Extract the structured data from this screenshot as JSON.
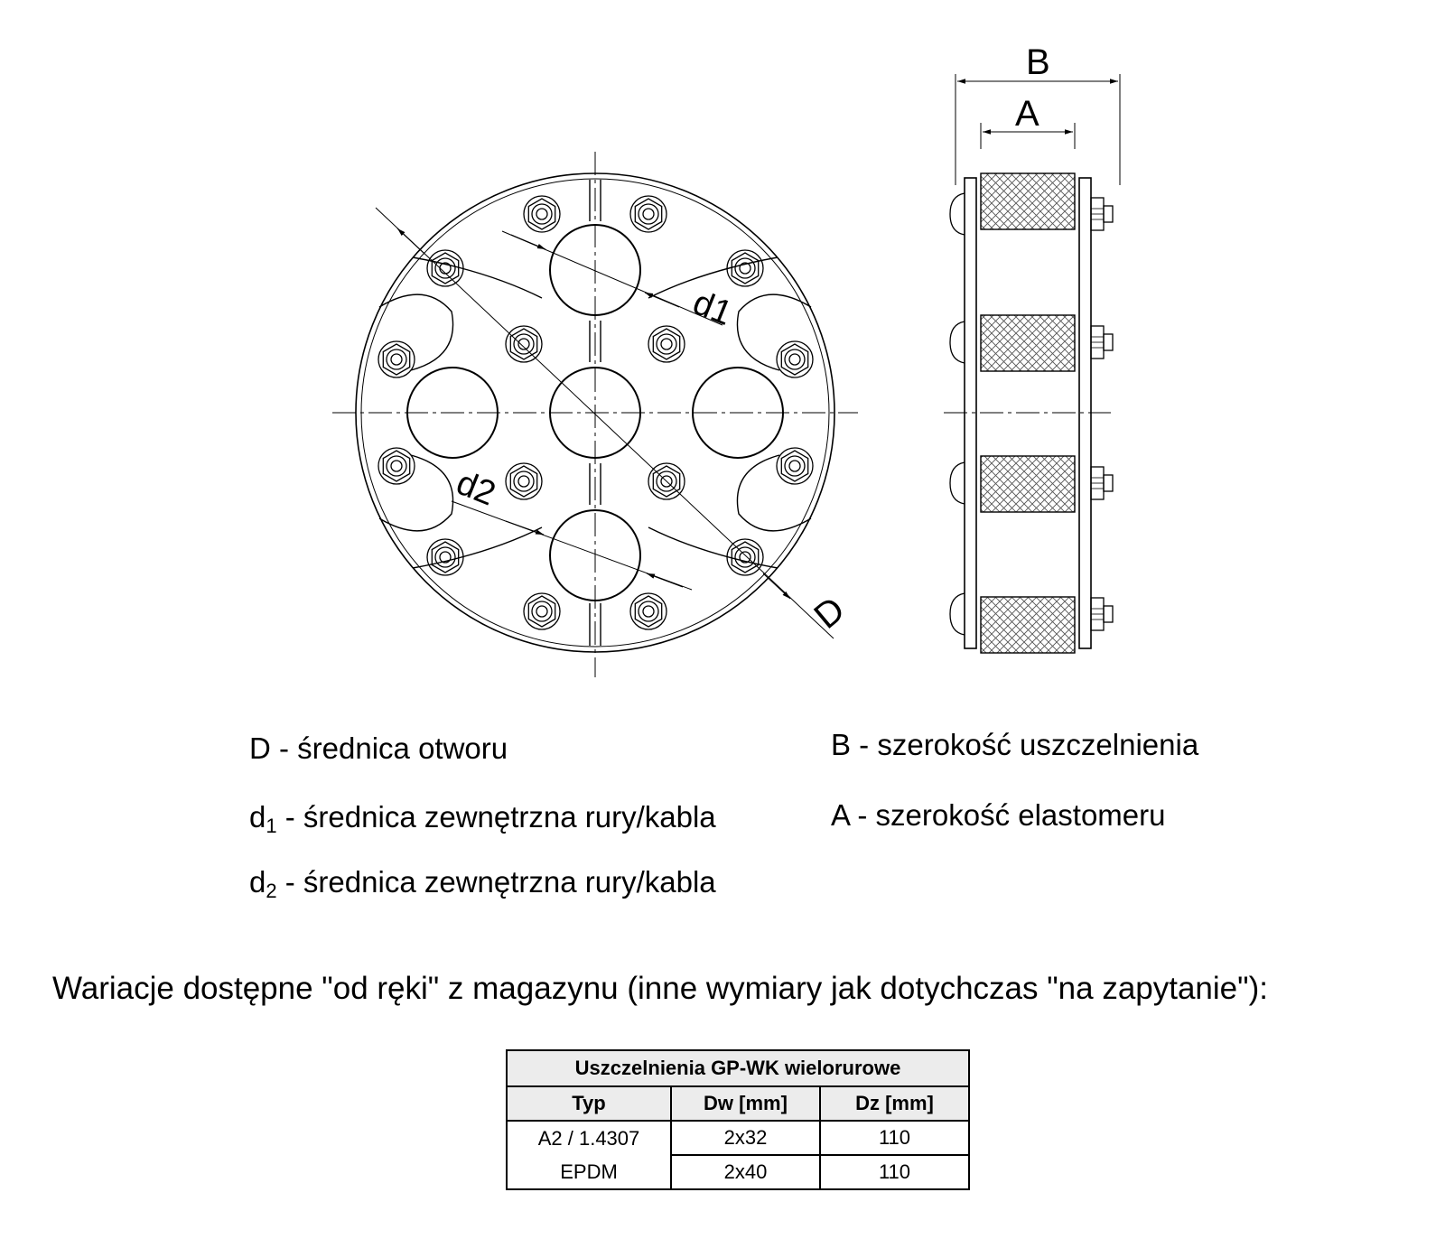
{
  "drawing": {
    "label_d1": "d1",
    "label_d2": "d2",
    "label_D": "D",
    "label_A": "A",
    "label_B": "B"
  },
  "legend": {
    "D": {
      "sym": "D",
      "text": " - średnica otworu"
    },
    "d1": {
      "sym": "d",
      "sub": "1",
      "text": " - średnica zewnętrzna rury/kabla"
    },
    "d2": {
      "sym": "d",
      "sub": "2",
      "text": " - średnica zewnętrzna rury/kabla"
    },
    "B": {
      "sym": "B",
      "text": " - szerokość uszczelnienia"
    },
    "A": {
      "sym": "A",
      "text": " - szerokość elastomeru"
    }
  },
  "note": "Wariacje dostępne \"od ręki\" z magazynu (inne wymiary jak dotychczas \"na zapytanie\"):",
  "table": {
    "title": "Uszczelnienia GP-WK wielorurowe",
    "headers": [
      "Typ",
      "Dw [mm]",
      "Dz [mm]"
    ],
    "rows": [
      [
        "A2 / 1.4307",
        "2x32",
        "110"
      ],
      [
        "EPDM",
        "2x40",
        "110"
      ]
    ]
  }
}
